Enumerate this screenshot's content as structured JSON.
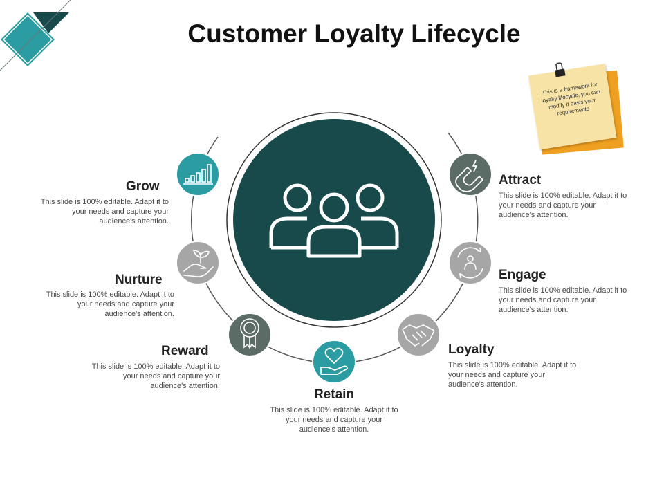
{
  "title": "Customer Loyalty Lifecycle",
  "note": {
    "text": "This is a framework for loyalty lifecycle, you can modify it basis your requirements"
  },
  "colors": {
    "teal": "#2a9ca2",
    "dark_teal": "#184a4c",
    "grey": "#a6a6a6",
    "dark_grey": "#5b6b66",
    "sticky": "#f7e3a6",
    "sticky_back": "#f0a020"
  },
  "center": {
    "icon": "group-of-people-icon"
  },
  "steps": [
    {
      "key": "grow",
      "title": "Grow",
      "icon": "bar-chart-icon",
      "color": "#2a9ca2",
      "desc": "This slide is 100% editable. Adapt it to your needs and capture your audience's attention."
    },
    {
      "key": "nurture",
      "title": "Nurture",
      "icon": "hand-with-plant-icon",
      "color": "#a6a6a6",
      "desc": "This slide is 100% editable. Adapt it to your needs and capture your audience's attention."
    },
    {
      "key": "reward",
      "title": "Reward",
      "icon": "award-badge-icon",
      "color": "#5b6b66",
      "desc": "This slide is 100% editable. Adapt it to your needs and capture your audience's attention."
    },
    {
      "key": "retain",
      "title": "Retain",
      "icon": "hand-holding-heart-icon",
      "color": "#2a9ca2",
      "desc": "This slide is 100% editable. Adapt it to your needs and capture your audience's attention."
    },
    {
      "key": "loyalty",
      "title": "Loyalty",
      "icon": "handshake-icon",
      "color": "#a6a6a6",
      "desc": "This slide is 100% editable. Adapt it to your needs and capture your audience's attention."
    },
    {
      "key": "engage",
      "title": "Engage",
      "icon": "person-cycle-icon",
      "color": "#a6a6a6",
      "desc": "This slide is 100% editable. Adapt it to your needs and capture your audience's attention."
    },
    {
      "key": "attract",
      "title": "Attract",
      "icon": "magnet-icon",
      "color": "#5b6b66",
      "desc": "This slide is 100% editable. Adapt it to your needs and capture your audience's attention."
    }
  ]
}
